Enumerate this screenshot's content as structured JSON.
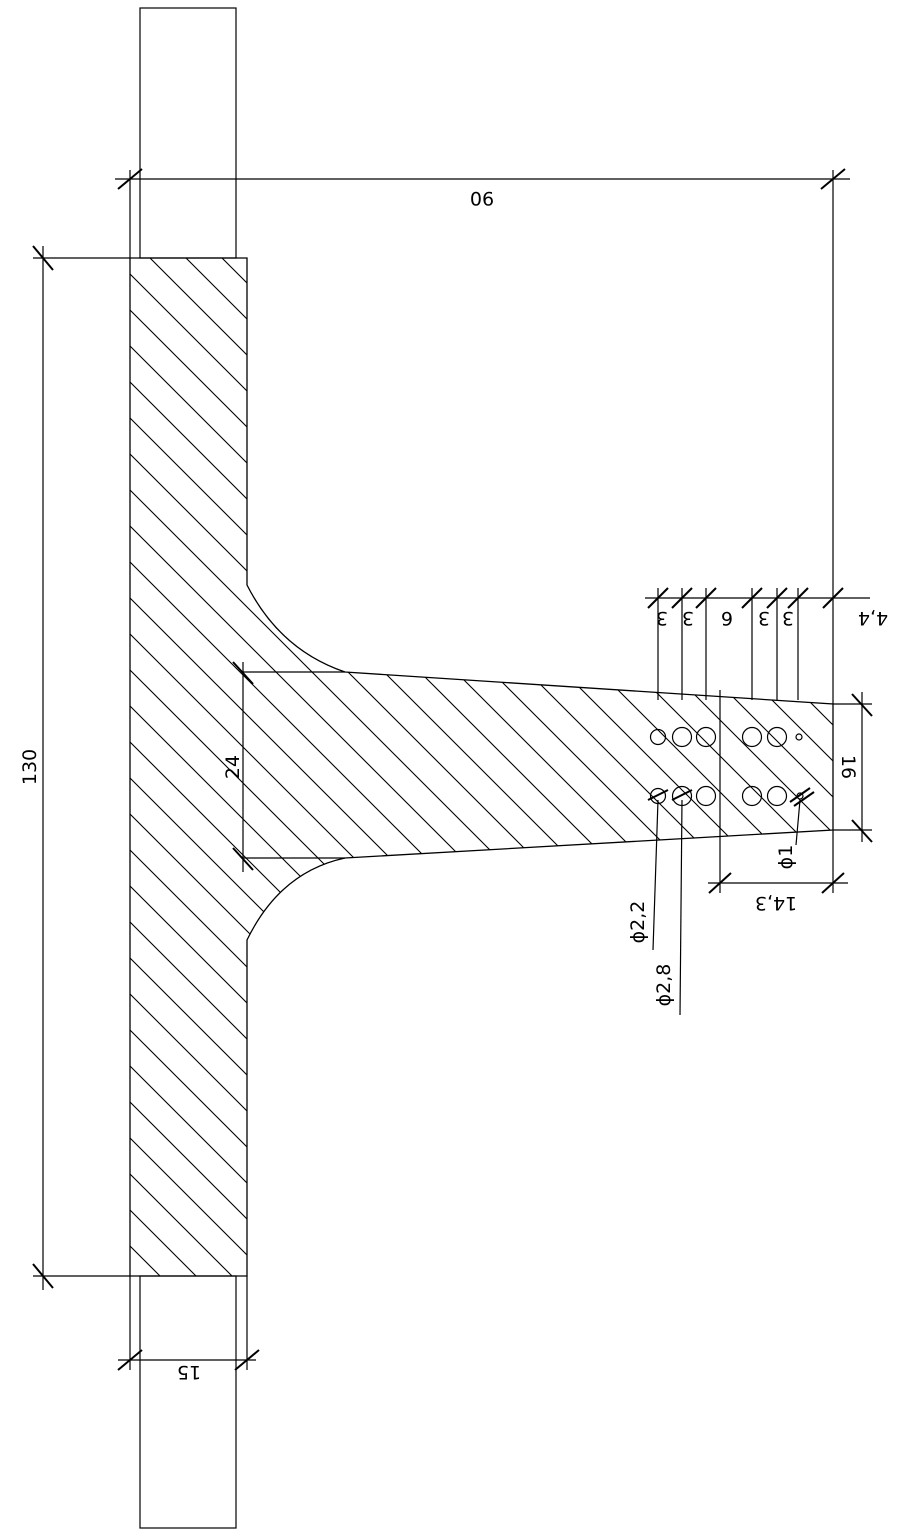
{
  "dimensions": {
    "width_top": "90",
    "height_total": "130",
    "wall_thickness": "15",
    "slab_root": "24",
    "slab_tip": "16",
    "tip_offset": "4,4",
    "cover_from_edge": "14,3",
    "spacing_a": "3",
    "spacing_b": "3",
    "spacing_c": "6",
    "spacing_d": "3",
    "spacing_e": "3"
  },
  "rebar": {
    "dia_a": "ϕ2,2",
    "dia_b": "ϕ2,8",
    "dia_c": "ϕ1"
  }
}
